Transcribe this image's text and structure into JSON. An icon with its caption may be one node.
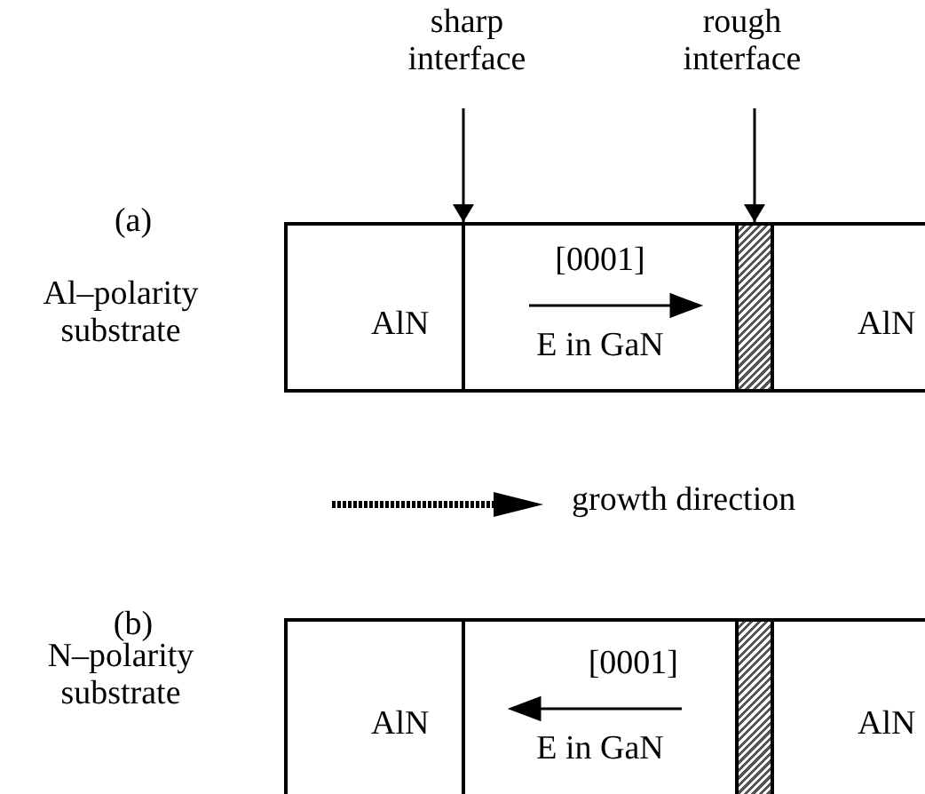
{
  "diagram": {
    "nodes": [
      {
        "text": [
          "AlN"
        ]
      },
      {
        "text": [
          "[0001]",
          "E in GaN"
        ]
      },
      {
        "text": [],
        "shape": "bar"
      },
      {
        "text": [
          "AlN"
        ]
      },
      {
        "text": [
          "AlN"
        ]
      },
      {
        "text": [
          "[0001]",
          "E in GaN"
        ]
      },
      {
        "text": [],
        "shape": "bar"
      },
      {
        "text": [
          "AlN"
        ]
      },
      {
        "text": [
          "sharp interface"
        ]
      },
      {
        "text": [
          "rough interface"
        ]
      }
    ],
    "edges": [
      {
        "from": 8,
        "to": 1,
        "arrow": "to"
      },
      {
        "from": 9,
        "to": 2,
        "arrow": "to"
      }
    ],
    "labels": [
      "(a)",
      "Al–polarity substrate",
      "growth direction",
      "(b)",
      "N–polarity substrate"
    ]
  }
}
